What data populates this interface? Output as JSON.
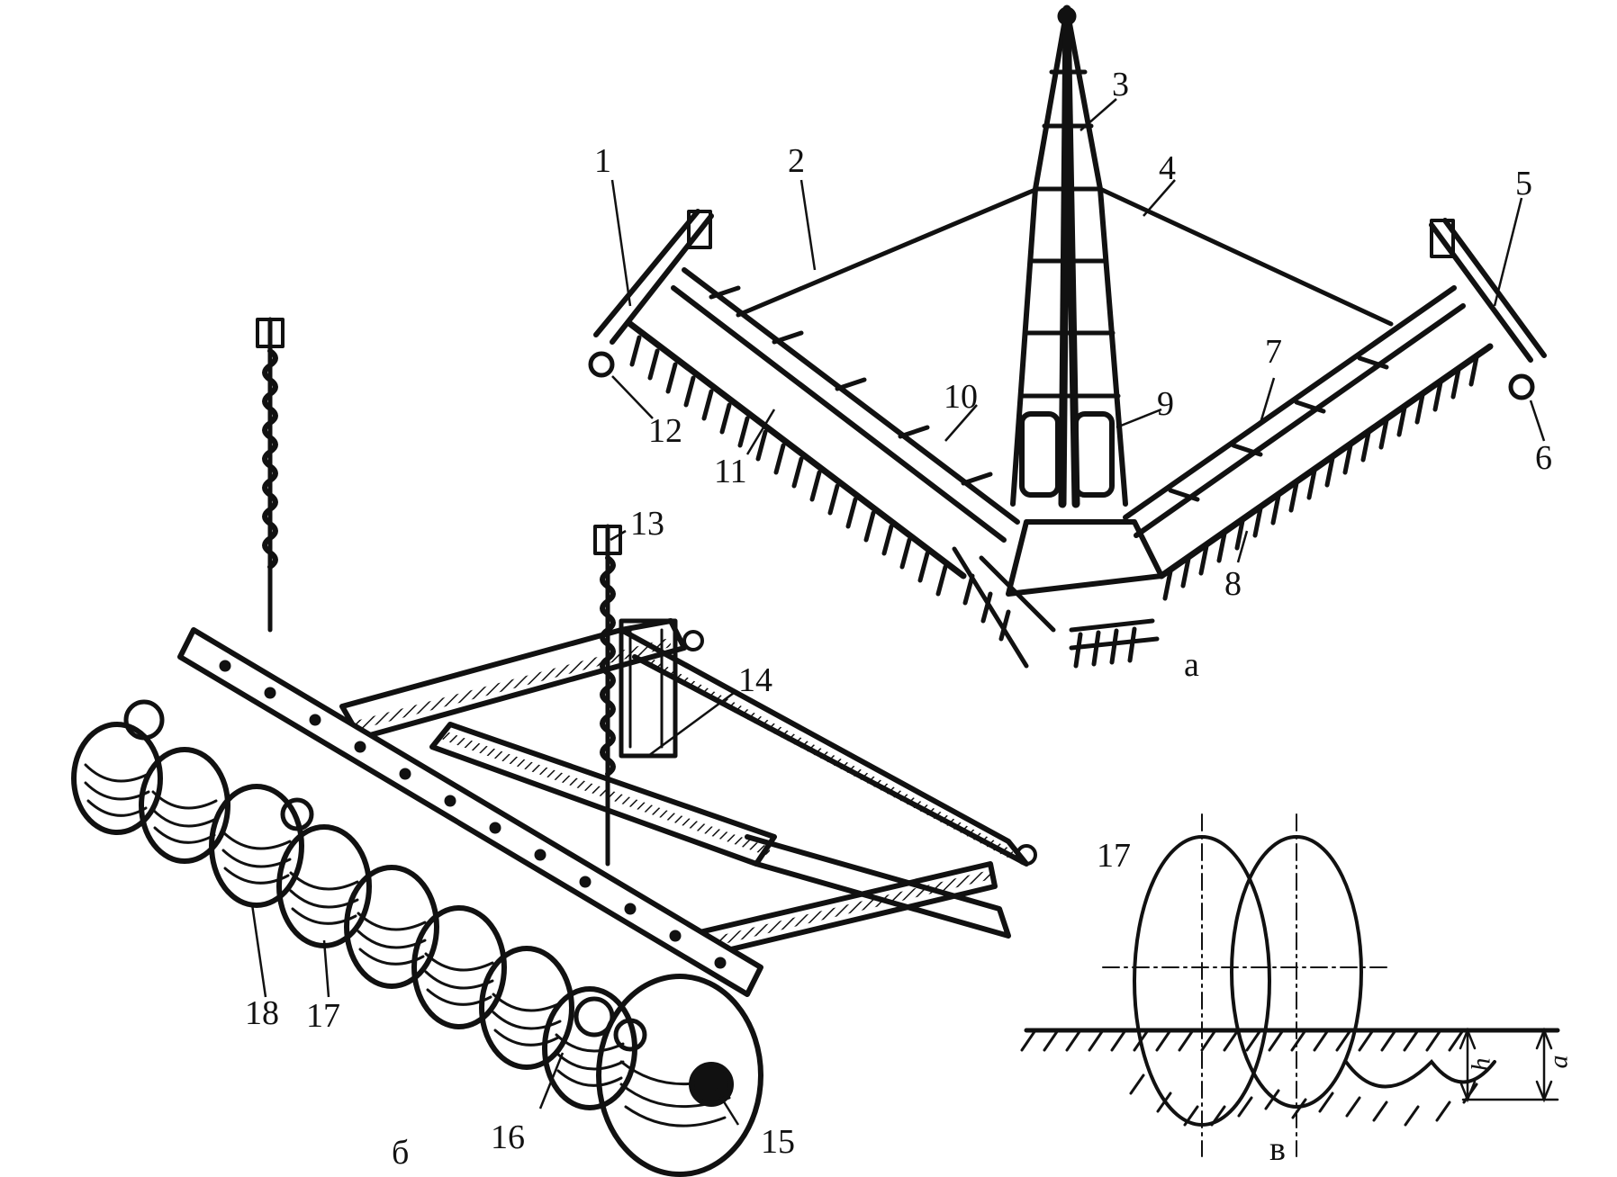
{
  "panels": {
    "a": "a",
    "b": "б",
    "c": "в"
  },
  "callouts": [
    "1",
    "2",
    "3",
    "4",
    "5",
    "6",
    "7",
    "8",
    "9",
    "10",
    "11",
    "12",
    "13",
    "14",
    "15",
    "16",
    "17",
    "18"
  ],
  "panel_c": {
    "disc_label": "17",
    "dim_h": "h",
    "dim_a": "a"
  }
}
